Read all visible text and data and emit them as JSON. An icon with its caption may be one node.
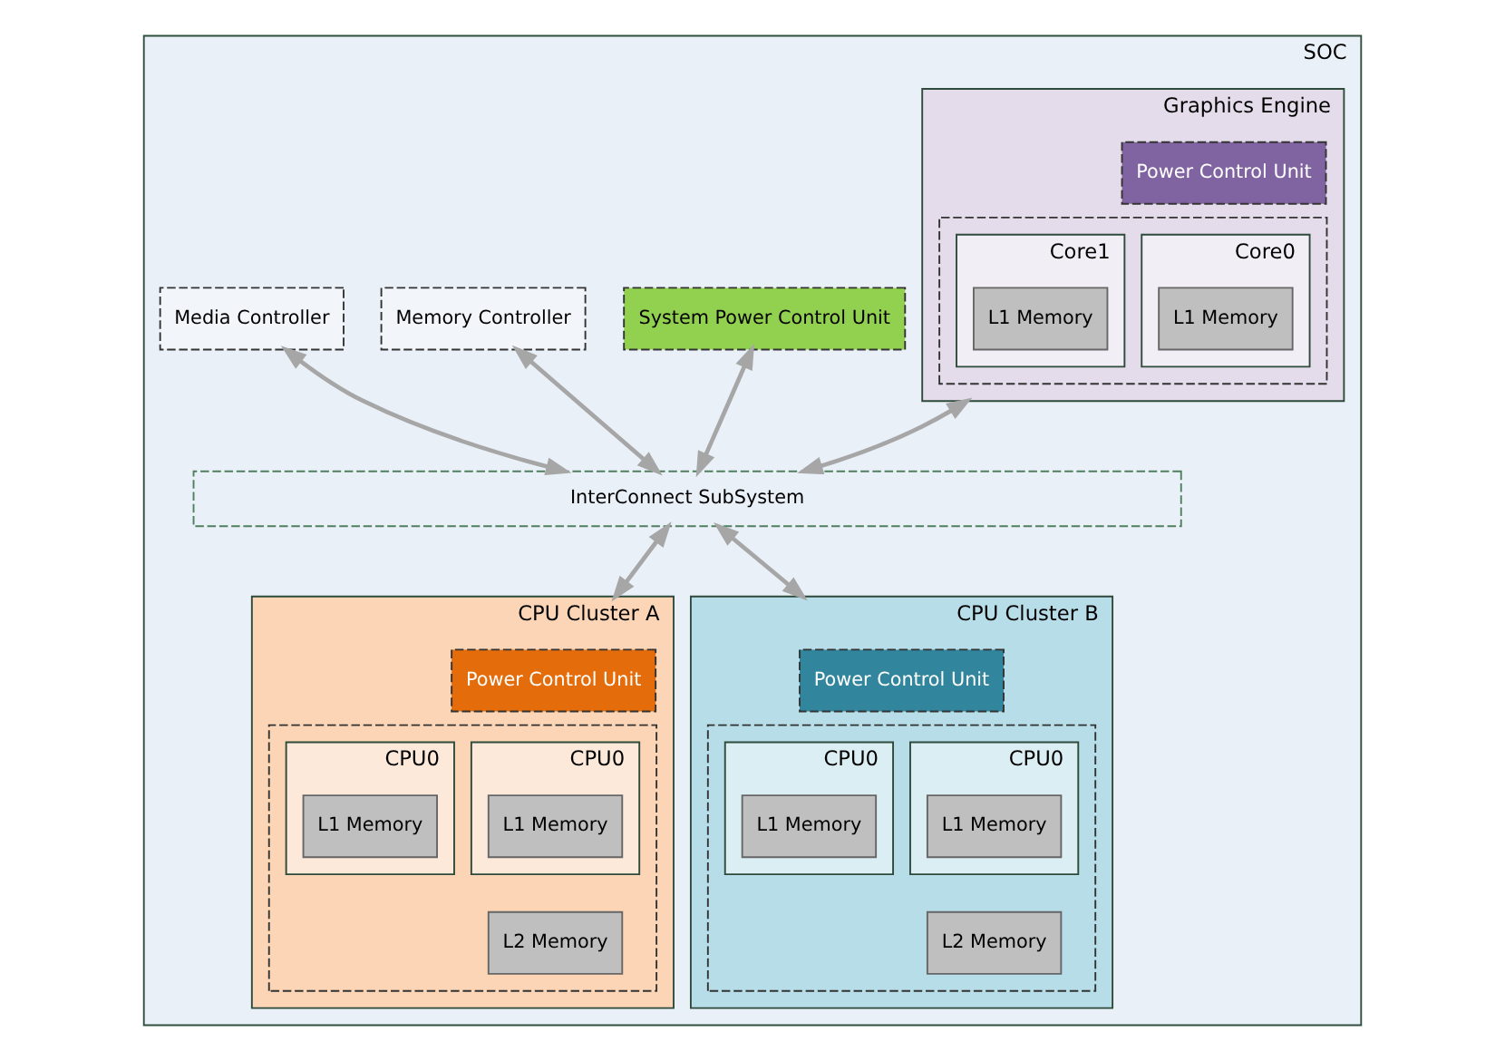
{
  "diagram": {
    "nodes": [
      {
        "text": [
          "SOC"
        ]
      },
      {
        "text": [
          "Graphics Engine"
        ],
        "in": 0
      },
      {
        "text": [
          "Power Control Unit"
        ],
        "in": 1
      },
      {
        "text": [],
        "shape": "box",
        "in": 1
      },
      {
        "text": [
          "Core0"
        ],
        "in": 3
      },
      {
        "text": [
          "L1 Memory"
        ],
        "in": 4
      },
      {
        "text": [
          "Core1"
        ],
        "in": 3
      },
      {
        "text": [
          "L1 Memory"
        ],
        "in": 6
      },
      {
        "text": [
          "System Power Control Unit"
        ],
        "in": 0
      },
      {
        "text": [
          "Memory Controller"
        ],
        "in": 0
      },
      {
        "text": [
          "Media Controller"
        ],
        "in": 0
      },
      {
        "text": [
          "InterConnect SubSystem"
        ],
        "in": 0
      },
      {
        "text": [
          "CPU Cluster A"
        ],
        "in": 0
      },
      {
        "text": [
          "Power Control Unit"
        ],
        "in": 12
      },
      {
        "text": [],
        "shape": "box",
        "in": 12
      },
      {
        "text": [
          "CPU0"
        ],
        "in": 14
      },
      {
        "text": [
          "L1 Memory"
        ],
        "in": 15
      },
      {
        "text": [
          "CPU0"
        ],
        "in": 14
      },
      {
        "text": [
          "L1 Memory"
        ],
        "in": 17
      },
      {
        "text": [
          "L2 Memory"
        ],
        "in": 14
      },
      {
        "text": [
          "CPU Cluster B"
        ],
        "in": 0
      },
      {
        "text": [
          "Power Control Unit"
        ],
        "in": 20
      },
      {
        "text": [],
        "shape": "box",
        "in": 20
      },
      {
        "text": [
          "CPU0"
        ],
        "in": 22
      },
      {
        "text": [
          "L1 Memory"
        ],
        "in": 23
      },
      {
        "text": [
          "CPU0"
        ],
        "in": 22
      },
      {
        "text": [
          "L1 Memory"
        ],
        "in": 25
      },
      {
        "text": [
          "L2 Memory"
        ],
        "in": 22
      }
    ],
    "edges": [
      {
        "from": 8,
        "to": 11,
        "arrow": "both"
      },
      {
        "from": 1,
        "to": 11,
        "arrow": "both"
      },
      {
        "from": 9,
        "to": 11,
        "arrow": "both"
      },
      {
        "from": 10,
        "to": 11,
        "arrow": "both"
      },
      {
        "from": 11,
        "to": 12,
        "arrow": "both"
      },
      {
        "from": 11,
        "to": 20,
        "arrow": "both"
      }
    ]
  }
}
